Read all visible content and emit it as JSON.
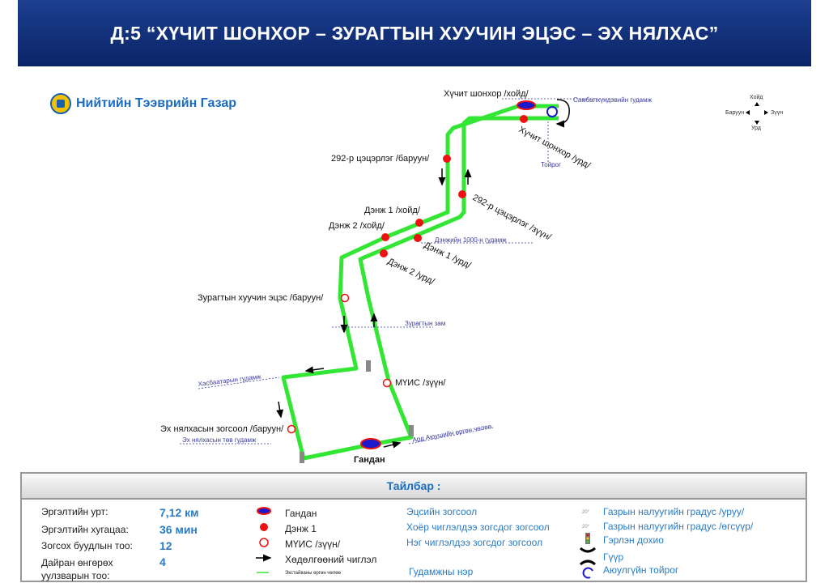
{
  "title": "Д:5 “ХҮЧИТ ШОНХОР – ЗУРАГТЫН ХУУЧИН ЭЦЭС – ЭХ НЯЛХАС”",
  "logo_text": "Нийтийн Тээврийн Газар",
  "compass": {
    "north": "Хойд",
    "south": "Урд",
    "west": "Баруун",
    "east": "Зүүн"
  },
  "stops": {
    "s1": "Хүчит шонхор /хойд/",
    "s2": "Хүчит шонхор /урд/",
    "s3": "292-р цэцэрлэг /баруун/",
    "s4": "292-р цэцэрлэг /зүүн/",
    "s5": "Дэнж 1 /хойд/",
    "s6": "Дэнж 2 /хойд/",
    "s7": "Дэнж 1 /урд/",
    "s8": "Дэнж 2 /урд/",
    "s9": "Зурагтын хуучин эцэс /баруун/",
    "s10": "МҮИС /зүүн/",
    "s11": "Эх нялхасын зогсоол /баруун/",
    "s12": "Гандан"
  },
  "streets": {
    "a": "Самбалхүндэвийн гудамж",
    "b": "Тойрог",
    "c": "Дэнжийн 1000-н гудамж",
    "d": "Зурагтын зам",
    "e": "Хасбаатарын гудамж",
    "f": "Эх нялхасын төв гудамж",
    "g": "Ард Аюушийн өргөн чөлөө"
  },
  "legend": {
    "title": "Тайлбар :",
    "stats": [
      {
        "label": "Эргэлтийн урт:",
        "value": "7,12 км"
      },
      {
        "label": "Эргэлтийн хугацаа:",
        "value": "36 мин"
      },
      {
        "label": "Зогсох буудлын тоо:",
        "value": "12"
      },
      {
        "label": "Дайран өнгөрөх уулзварын тоо:",
        "value": "4"
      }
    ],
    "symbols": [
      "Гандан",
      "Дэнж 1",
      "МҮИС /зүүн/",
      "Хөдөлгөөний чиглэл",
      "Экстайваны өргөн чөлөө"
    ],
    "types": [
      "Эцсийн зогсоол",
      "Хоёр чиглэлдээ зогсдог зогсоол",
      "Нэг чиглэлдээ зогсдог зогсоол",
      "Гудамжны нэр"
    ],
    "icons": [
      "Газрын налуугийн градус /уруу/",
      "Газрын налуугийн градус /өгсүүр/",
      "Гэрлэн дохио",
      "Гүүр",
      "Аюулгүйн тойрог"
    ],
    "colors": {
      "route": "#33e633",
      "stop": "#ee1111",
      "terminal": "#1a1acc",
      "text": "#2a7bc4"
    }
  }
}
